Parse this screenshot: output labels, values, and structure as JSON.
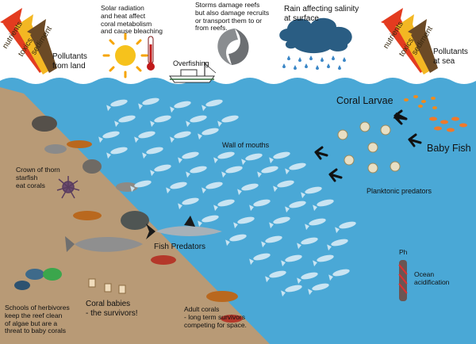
{
  "labels": {
    "pollutants_land": "Pollutants\nfrom land",
    "solar": "Solar radiation\nand heat affect\ncoral metabolism\nand cause bleaching",
    "storms": "Storms damage reefs\nbut also damage recruits\nor transport them to or\nfrom reefs.",
    "rain": "Rain affecting salinity\nat surface",
    "pollutants_sea": "Pollutants\nat sea",
    "overfishing": "Overfishing",
    "coral_larvae": "Coral Larvae",
    "baby_fish": "Baby Fish",
    "wall_of_mouths": "Wall of mouths",
    "crown_of_thorn": "Crown of thorn\nstarfish\neat corals",
    "planktonic_predators": "Planktonic predators",
    "fish_predators": "Fish Predators",
    "ph": "Ph",
    "ocean_acidification": "Ocean\nacidification",
    "herbivores": "Schools of herbivores\nkeep the reef clean\nof algae but are a\nthreat to baby corals",
    "coral_babies": "Coral babies\n- the survivors!",
    "adult_corals": "Adult corals\n- long term survivors\ncompeting for space."
  },
  "arrow_words": {
    "nutrients": "nutrients",
    "toxics": "toxics",
    "sediment": "sediment"
  },
  "colors": {
    "sky": "#ffffff",
    "sea": "#4aa8d6",
    "seabed": "#b89a76",
    "nutrients": "#e33b1f",
    "toxics": "#f3b723",
    "sediment": "#6b4a26",
    "cloud": "#2a5d83",
    "rain": "#3a86c6",
    "fish": "#c9e4f2"
  }
}
